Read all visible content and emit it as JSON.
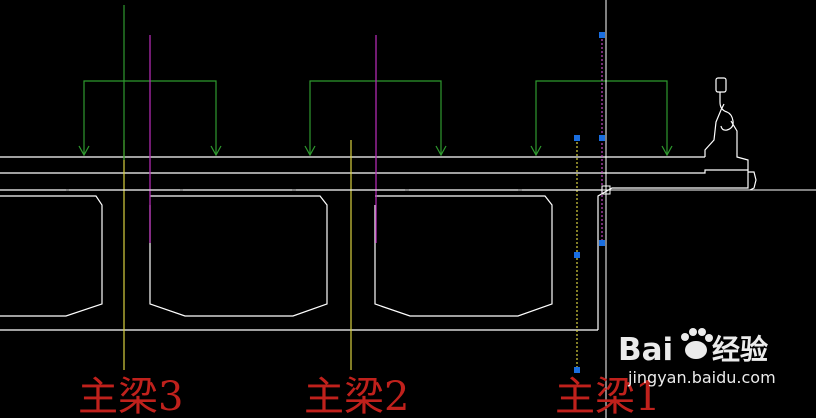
{
  "labels": {
    "girder_3": "主梁3",
    "girder_2": "主梁2",
    "girder_1": "主梁1"
  },
  "watermark": {
    "logo_part1": "Bai",
    "logo_part2": "经验",
    "url": "jingyan.baidu.com",
    "icon": "paw-icon"
  },
  "colors": {
    "background": "#000000",
    "outline": "#ffffff",
    "load_arrows": "#2e9a2e",
    "girder_axis": "#d8d040",
    "web_line": "#b02ab0",
    "label": "#c0211c",
    "grip": "#1a6ee0"
  }
}
